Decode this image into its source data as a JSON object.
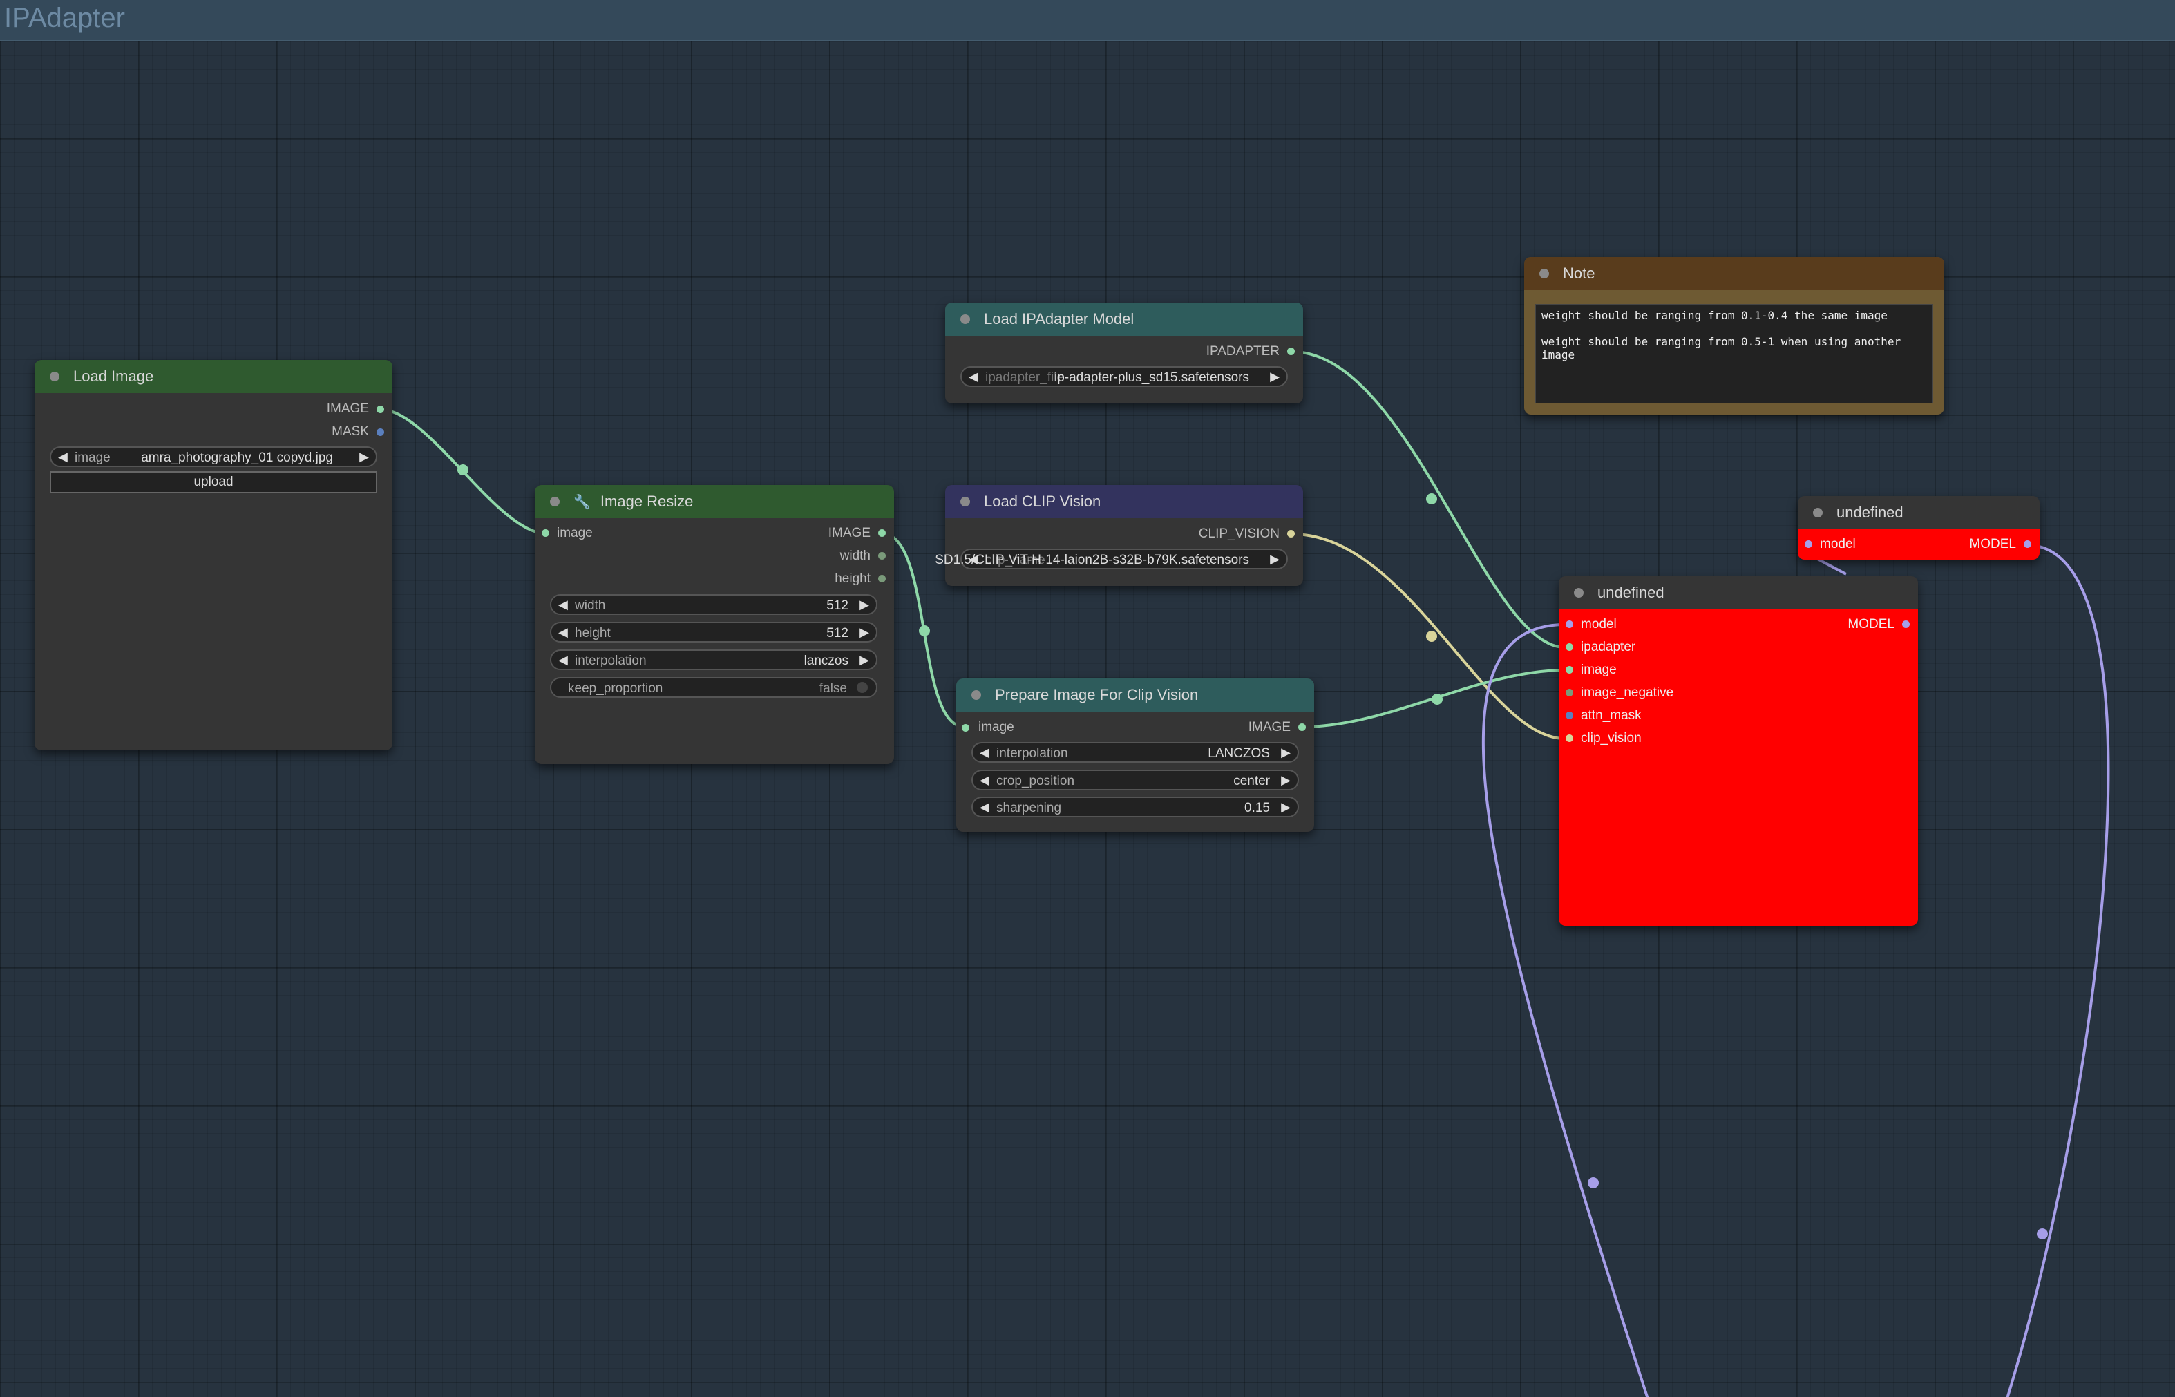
{
  "group": {
    "title": "IPAdapter"
  },
  "colors": {
    "canvas": "#27333f",
    "group_header": "#34495a",
    "header_green": "#2f5a2f",
    "header_teal": "#2e5c5c",
    "header_purple": "#33335e",
    "header_brown": "#593c1c",
    "error_red": "#ff0000",
    "wire_image": "#8ed8a8",
    "wire_clip_vision": "#d9d49a",
    "wire_model": "#a69ee8"
  },
  "nodes": {
    "load_image": {
      "title": "Load Image",
      "outputs": [
        "IMAGE",
        "MASK"
      ],
      "image_label": "image",
      "image_value": "amra_photography_01 copyd.jpg",
      "upload_label": "upload"
    },
    "image_resize": {
      "icon": "wrench-icon",
      "title": "Image Resize",
      "input": "image",
      "outputs": [
        "IMAGE",
        "width",
        "height"
      ],
      "widgets": [
        {
          "label": "width",
          "value": "512"
        },
        {
          "label": "height",
          "value": "512"
        },
        {
          "label": "interpolation",
          "value": "lanczos"
        },
        {
          "label": "keep_proportion",
          "value": "false"
        }
      ]
    },
    "load_ipadapter_model": {
      "title": "Load IPAdapter Model",
      "output": "IPADAPTER",
      "widget_label": "ipadapter_file",
      "widget_value": "ip-adapter-plus_sd15.safetensors"
    },
    "load_clip_vision": {
      "title": "Load CLIP Vision",
      "output": "CLIP_VISION",
      "widget_label": "clip_name",
      "widget_value": "SD1.5/CLIP-ViT-H-14-laion2B-s32B-b79K.safetensors"
    },
    "prepare_image": {
      "title": "Prepare Image For Clip Vision",
      "input": "image",
      "output": "IMAGE",
      "widgets": [
        {
          "label": "interpolation",
          "value": "LANCZOS"
        },
        {
          "label": "crop_position",
          "value": "center"
        },
        {
          "label": "sharpening",
          "value": "0.15"
        }
      ]
    },
    "note": {
      "title": "Note",
      "text": "weight should be ranging from 0.1-0.4 the same image\n\nweight should be ranging from 0.5-1 when using another image"
    },
    "undefined_small": {
      "title": "undefined",
      "input": "model",
      "output": "MODEL"
    },
    "undefined_apply": {
      "title": "undefined",
      "inputs": [
        "model",
        "ipadapter",
        "image",
        "image_negative",
        "attn_mask",
        "clip_vision"
      ],
      "output": "MODEL"
    }
  }
}
